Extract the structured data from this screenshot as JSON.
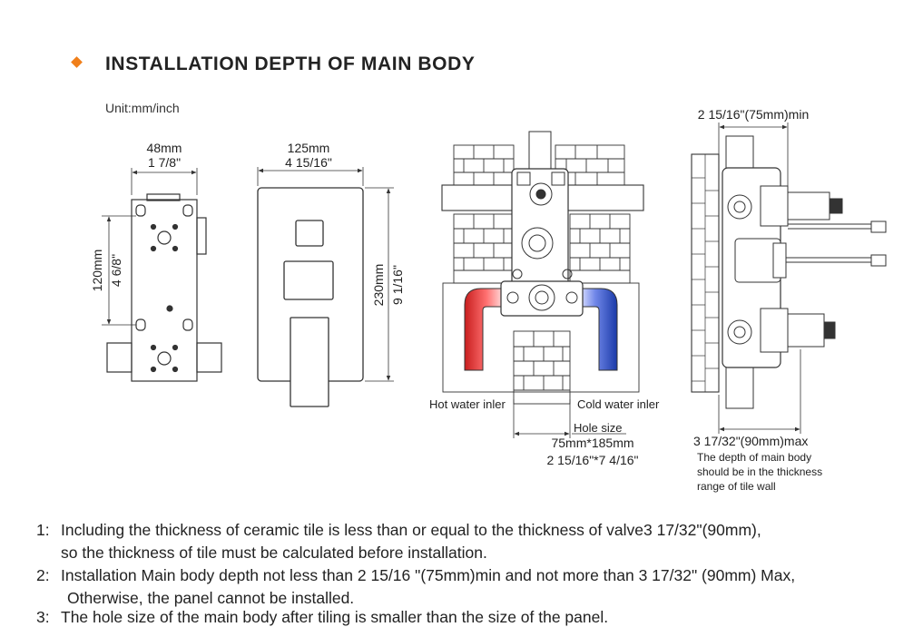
{
  "title": "INSTALLATION DEPTH OF MAIN BODY",
  "unit_label": "Unit:mm/inch",
  "diagram_side": {
    "width_mm": "48mm",
    "width_in": "1 7/8\"",
    "height_mm": "120mm",
    "height_in": "4 6/8\""
  },
  "diagram_panel": {
    "width_mm": "125mm",
    "width_in": "4 15/16\"",
    "height_mm": "230mm",
    "height_in": "9 1/16\""
  },
  "diagram_install": {
    "hot_label": "Hot water inler",
    "cold_label": "Cold water inler",
    "hole_label": "Hole size",
    "hole_mm": "75mm*185mm",
    "hole_in": "2 15/16\"*7 4/16\""
  },
  "diagram_depth": {
    "min_label": "2 15/16\"(75mm)min",
    "max_label": "3 17/32\"(90mm)max",
    "desc": [
      "The depth of main body",
      "should be in the thickness",
      "range of  tile  wall"
    ]
  },
  "notes": [
    {
      "num": "1:",
      "text": "Including the thickness of ceramic tile is less than or equal to the thickness of valve3 17/32\"(90mm),",
      "cont": "so the thickness of tile must be calculated before installation."
    },
    {
      "num": "2:",
      "text": "Installation Main body depth not less than 2 15/16 \"(75mm)min and not more than 3 17/32\" (90mm) Max,",
      "cont": "Otherwise, the panel cannot be installed."
    },
    {
      "num": "3:",
      "text": "The hole size of the main body after tiling is smaller than the size of the panel.",
      "cont": ""
    }
  ]
}
